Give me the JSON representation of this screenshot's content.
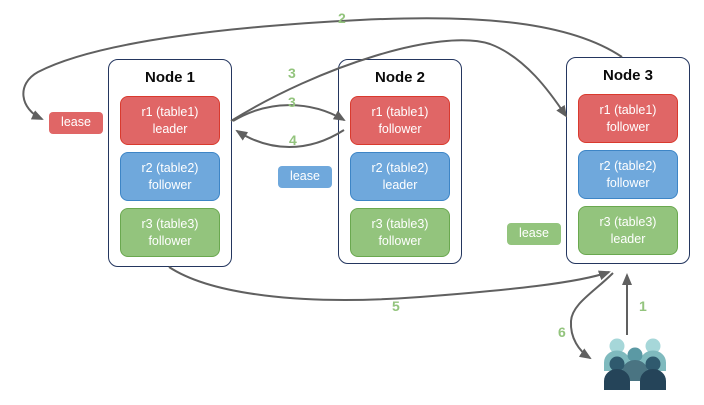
{
  "diagram": {
    "nodes": [
      {
        "title": "Node 1",
        "replicas": [
          {
            "name": "r1 (table1)",
            "role": "leader",
            "color": "red"
          },
          {
            "name": "r2 (table2)",
            "role": "follower",
            "color": "blue"
          },
          {
            "name": "r3 (table3)",
            "role": "follower",
            "color": "green"
          }
        ]
      },
      {
        "title": "Node 2",
        "replicas": [
          {
            "name": "r1 (table1)",
            "role": "follower",
            "color": "red"
          },
          {
            "name": "r2 (table2)",
            "role": "leader",
            "color": "blue"
          },
          {
            "name": "r3 (table3)",
            "role": "follower",
            "color": "green"
          }
        ]
      },
      {
        "title": "Node 3",
        "replicas": [
          {
            "name": "r1 (table1)",
            "role": "follower",
            "color": "red"
          },
          {
            "name": "r2 (table2)",
            "role": "follower",
            "color": "blue"
          },
          {
            "name": "r3 (table3)",
            "role": "leader",
            "color": "green"
          }
        ]
      }
    ],
    "leases": [
      {
        "label": "lease",
        "color": "red"
      },
      {
        "label": "lease",
        "color": "blue"
      },
      {
        "label": "lease",
        "color": "green"
      }
    ],
    "steps": [
      {
        "text": "1"
      },
      {
        "text": "2"
      },
      {
        "text": "3"
      },
      {
        "text": "3"
      },
      {
        "text": "4"
      },
      {
        "text": "5"
      },
      {
        "text": "6"
      }
    ],
    "icons": {
      "clients": "users-group-icon"
    },
    "colors": {
      "red_fill": "#e06666",
      "red_border": "#d93a2e",
      "blue_fill": "#6fa8dc",
      "blue_border": "#3d85c6",
      "green_fill": "#93c47d",
      "green_border": "#6aa84f",
      "node_border": "#24365f",
      "arrow": "#606060",
      "step_label": "#93c47d"
    }
  }
}
